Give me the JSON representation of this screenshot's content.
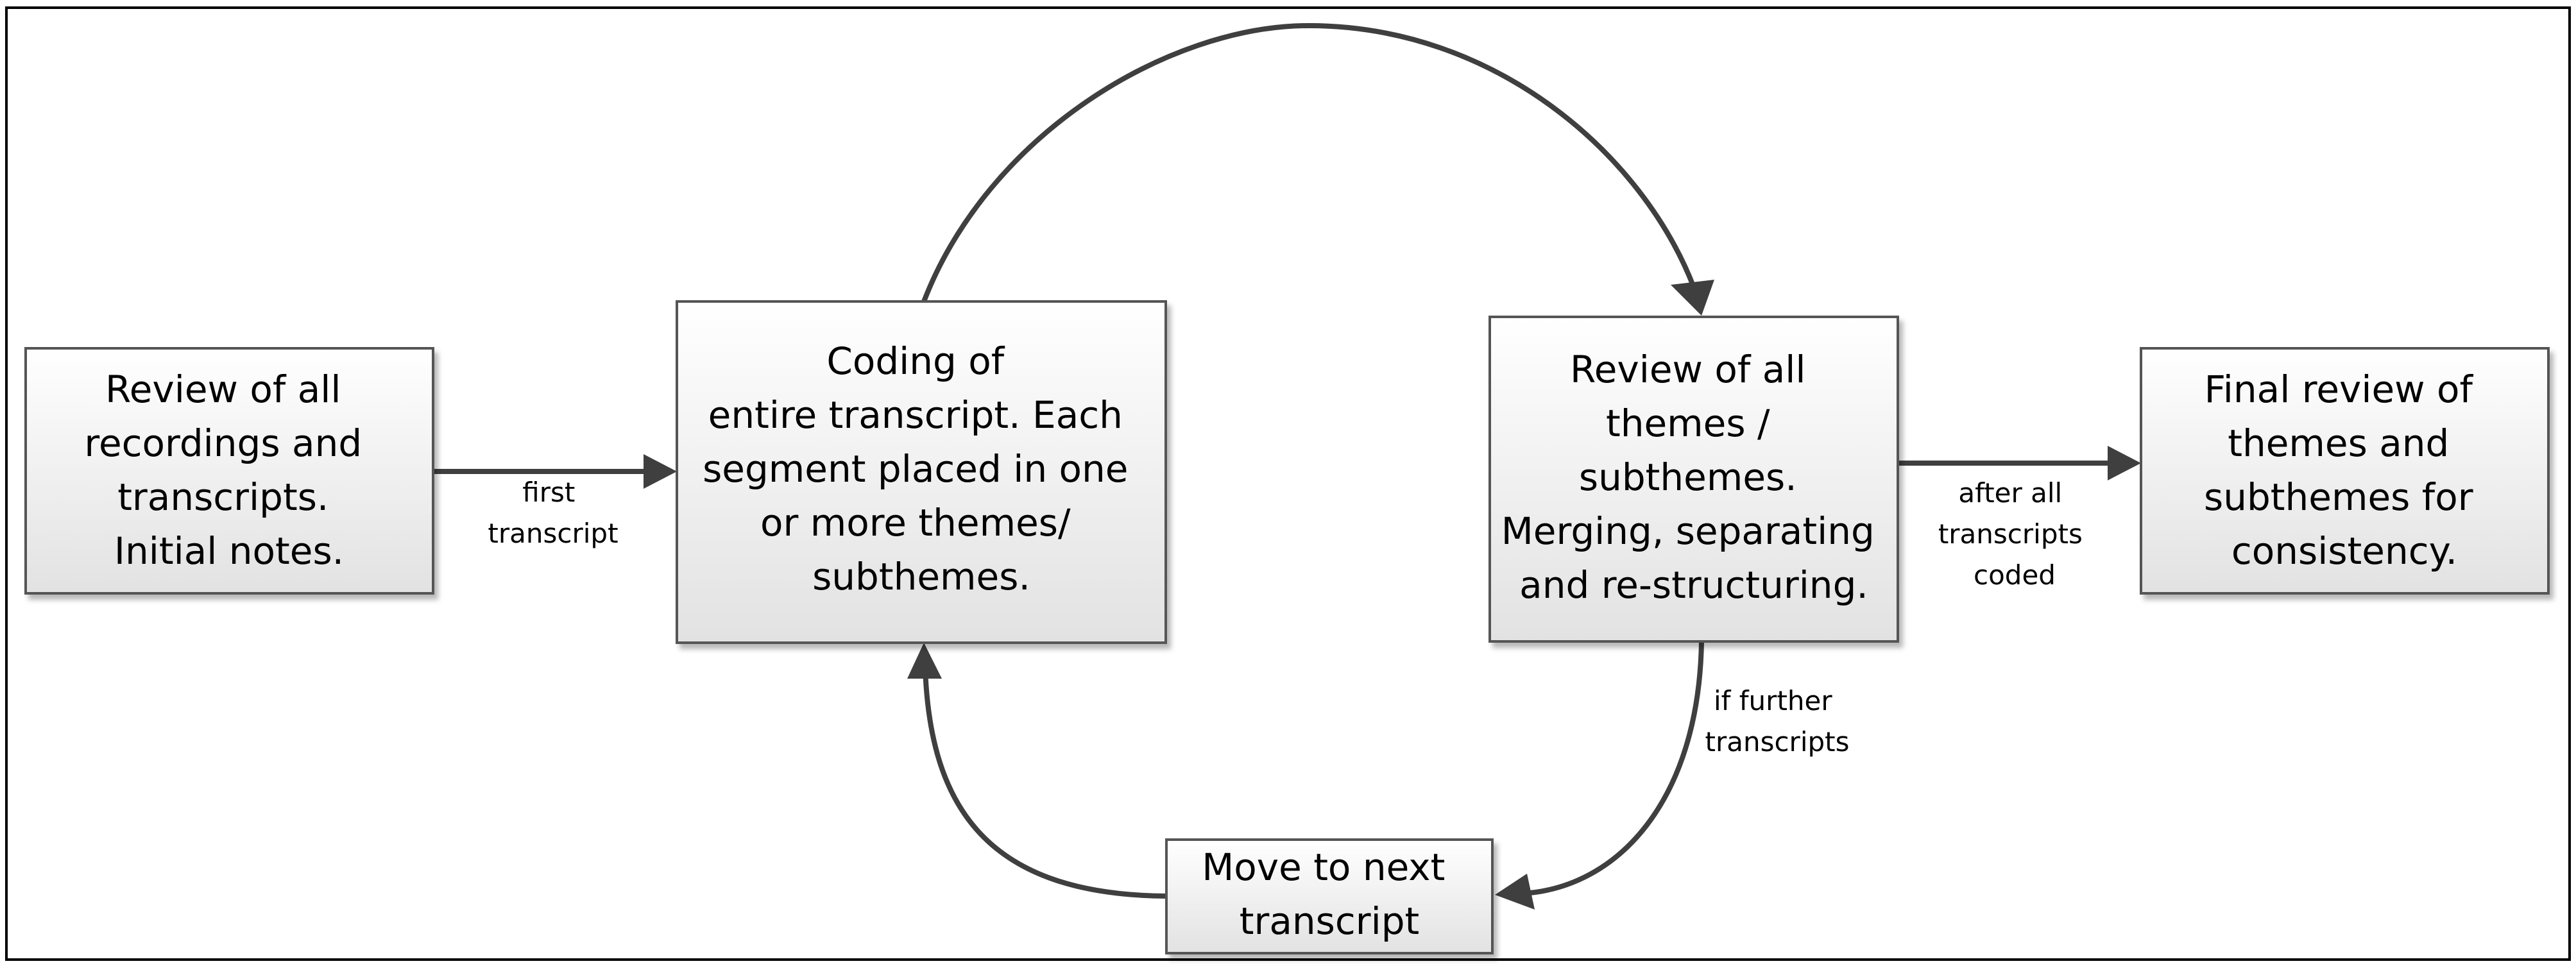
{
  "boxes": {
    "review_all": [
      "Review of all",
      "recordings and",
      "transcripts.",
      "Initial notes."
    ],
    "coding": [
      "Coding of",
      "entire transcript. Each",
      "segment placed in one",
      "or more themes/",
      "subthemes."
    ],
    "review_themes": [
      "Review of all",
      "themes /",
      "subthemes.",
      "Merging, separating",
      "and re-structuring."
    ],
    "final_review": [
      "Final review of",
      "themes and",
      "subthemes for",
      "consistency."
    ],
    "move_next": [
      "Move to next",
      "transcript"
    ]
  },
  "edges": {
    "first_transcript": [
      "first",
      "transcript"
    ],
    "after_all": [
      "after all",
      "transcripts",
      "coded"
    ],
    "if_further": [
      "if further",
      "transcripts"
    ]
  },
  "colors": {
    "box_fill_top": "#ffffff",
    "box_fill_bottom": "#e2e2e2",
    "box_border": "#555555",
    "arrow": "#3f3f3f",
    "frame": "#000000"
  }
}
